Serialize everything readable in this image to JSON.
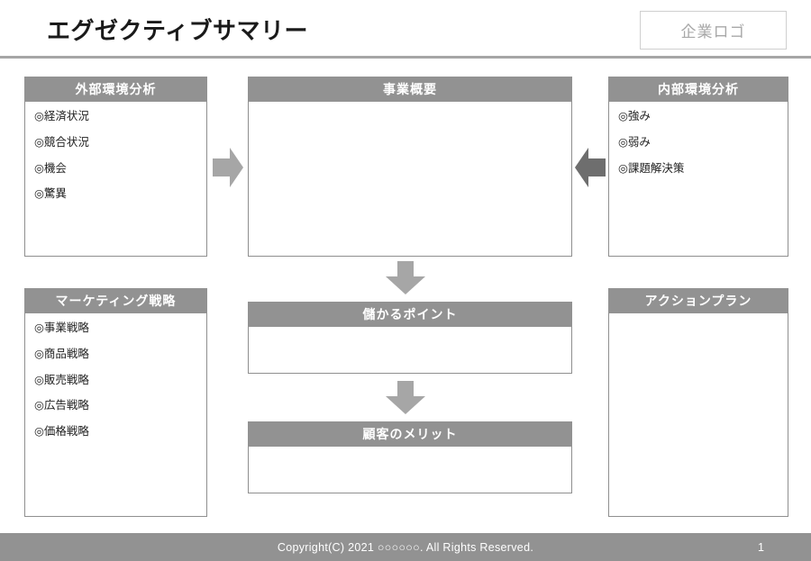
{
  "header": {
    "title": "エグゼクティブサマリー",
    "logo_placeholder": "企業ロゴ"
  },
  "colors": {
    "header_bar": "#929292",
    "panel_border": "#8f8f8f",
    "arrow": "#a6a6a6",
    "rule": "#a6a6a6",
    "logo_border": "#cfcfcf",
    "logo_text": "#a8a8a8"
  },
  "panels": {
    "external": {
      "title": "外部環境分析",
      "items": [
        "◎経済状況",
        "◎競合状況",
        "◎機会",
        "◎驚異"
      ]
    },
    "overview": {
      "title": "事業概要",
      "items": []
    },
    "internal": {
      "title": "内部環境分析",
      "items": [
        "◎強み",
        "◎弱み",
        "◎課題解決策"
      ]
    },
    "marketing": {
      "title": "マーケティング戦略",
      "items": [
        "◎事業戦略",
        "◎商品戦略",
        "◎販売戦略",
        "◎広告戦略",
        "◎価格戦略"
      ]
    },
    "profit": {
      "title": "儲かるポイント",
      "items": []
    },
    "actionplan": {
      "title": "アクションプラン",
      "items": []
    },
    "benefit": {
      "title": "顧客のメリット",
      "items": []
    }
  },
  "arrows": [
    {
      "name": "external-to-overview",
      "direction": "right"
    },
    {
      "name": "internal-to-overview",
      "direction": "left"
    },
    {
      "name": "overview-to-profit",
      "direction": "down"
    },
    {
      "name": "profit-to-benefit",
      "direction": "down"
    }
  ],
  "footer": {
    "copyright": "Copyright(C) 2021 ○○○○○○. All Rights Reserved.",
    "page_number": "1"
  }
}
